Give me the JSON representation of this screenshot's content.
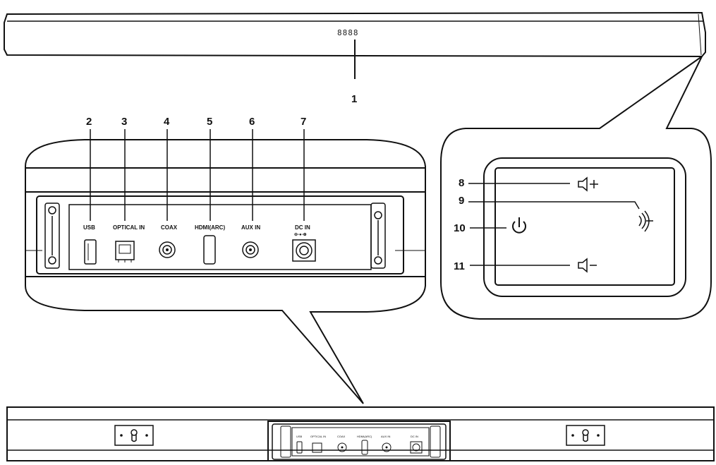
{
  "display": {
    "segments": "8888"
  },
  "callouts": [
    "1",
    "2",
    "3",
    "4",
    "5",
    "6",
    "7",
    "8",
    "9",
    "10",
    "11"
  ],
  "ports": {
    "usb": "USB",
    "optical": "OPTICAL IN",
    "coax": "COAX",
    "hdmi": "HDMI(ARC)",
    "aux": "AUX IN",
    "dc": "DC IN",
    "dc_symbol": "⊖-●-⊕"
  },
  "bottom_ports": {
    "usb": "USB",
    "optical": "OPTICAL IN",
    "coax": "COAX",
    "hdmi": "HDMI(ARC)",
    "aux": "AUX IN",
    "dc": "DC IN"
  },
  "buttons": [
    "volume-up",
    "bluetooth",
    "power",
    "volume-down"
  ],
  "colors": {
    "line": "#111111",
    "background": "#ffffff"
  }
}
